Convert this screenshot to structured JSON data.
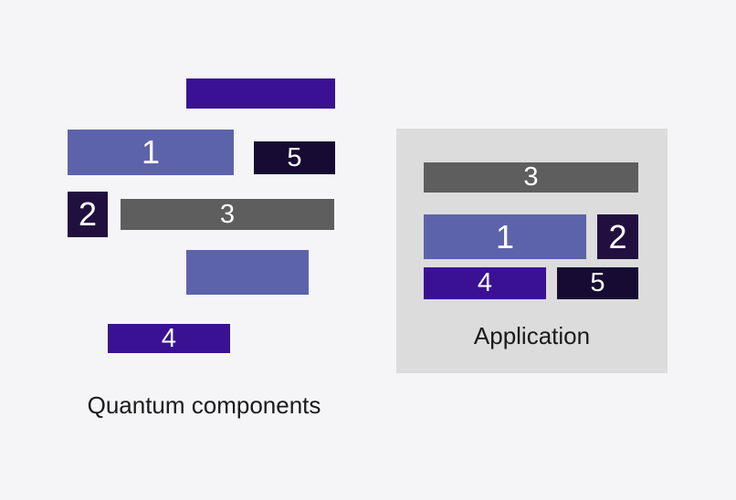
{
  "figure": {
    "palette": {
      "page-background": "#f5f5f7",
      "container": "#dcdcdc",
      "periwinkle": "#5d63aa",
      "deep-purple": "#3a1193",
      "dark-purple": "#21103f",
      "darkest-purple": "#170b33",
      "gray": "#5e5e5e",
      "caption-text": "#1a1a1a",
      "number-text": "#ffffff"
    },
    "quantum": {
      "caption": "Quantum components",
      "blocks": [
        {
          "label": "",
          "color_role": "deep-purple"
        },
        {
          "label": "1",
          "color_role": "periwinkle"
        },
        {
          "label": "5",
          "color_role": "darkest-purple"
        },
        {
          "label": "2",
          "color_role": "dark-purple"
        },
        {
          "label": "3",
          "color_role": "gray"
        },
        {
          "label": "",
          "color_role": "periwinkle"
        },
        {
          "label": "4",
          "color_role": "deep-purple"
        }
      ]
    },
    "application": {
      "caption": "Application",
      "blocks": [
        {
          "label": "3",
          "color_role": "gray"
        },
        {
          "label": "1",
          "color_role": "periwinkle"
        },
        {
          "label": "2",
          "color_role": "dark-purple"
        },
        {
          "label": "4",
          "color_role": "deep-purple"
        },
        {
          "label": "5",
          "color_role": "darkest-purple"
        }
      ]
    }
  }
}
